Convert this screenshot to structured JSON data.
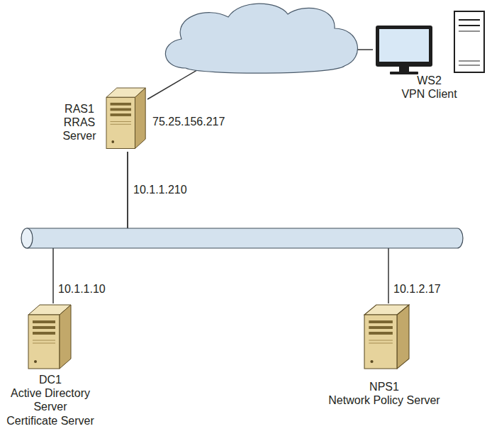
{
  "diagram": {
    "nodes": [
      {
        "text": [
          "WS2",
          "VPN Client"
        ]
      },
      {
        "text": [
          "RAS1",
          "RRAS Server"
        ]
      },
      {
        "text": [
          "DC1",
          "Active Directory Server",
          "Certificate Server"
        ]
      },
      {
        "text": [
          "NPS1",
          "Network Policy Server"
        ]
      }
    ],
    "edges": [
      {
        "from": 1,
        "to": 0,
        "arrow": "none"
      },
      {
        "from": 1,
        "to": 2,
        "arrow": "none"
      },
      {
        "from": 1,
        "to": 3,
        "arrow": "none"
      }
    ],
    "labels": [
      "75.25.156.217",
      "10.1.1.210",
      "10.1.1.10",
      "10.1.2.17"
    ]
  }
}
